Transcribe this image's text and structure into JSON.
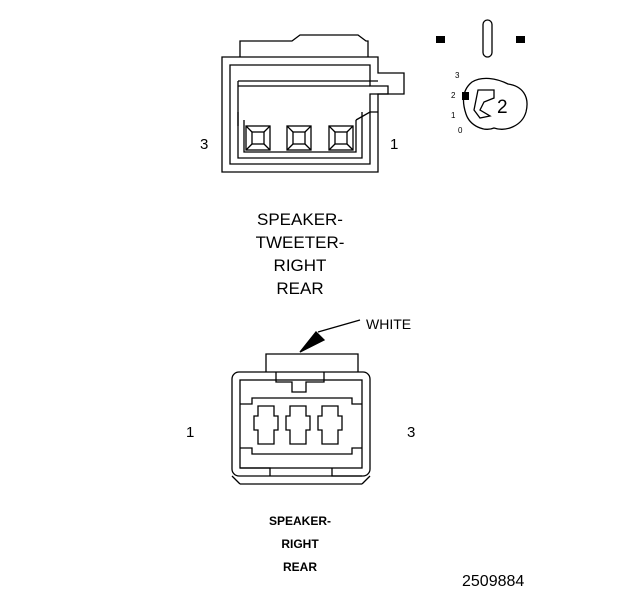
{
  "top_connector": {
    "pin_left": "3",
    "pin_right": "1",
    "title_lines": [
      "SPEAKER-",
      "TWEETER-",
      "RIGHT",
      "REAR"
    ]
  },
  "key_icon": {
    "positions": [
      "3",
      "2",
      "1",
      "0"
    ],
    "number": "2"
  },
  "bottom_connector": {
    "pin_left": "1",
    "pin_right": "3",
    "wire_label": "WHITE",
    "title_lines": [
      "SPEAKER-",
      "RIGHT",
      "REAR"
    ]
  },
  "figure_number": "2509884"
}
